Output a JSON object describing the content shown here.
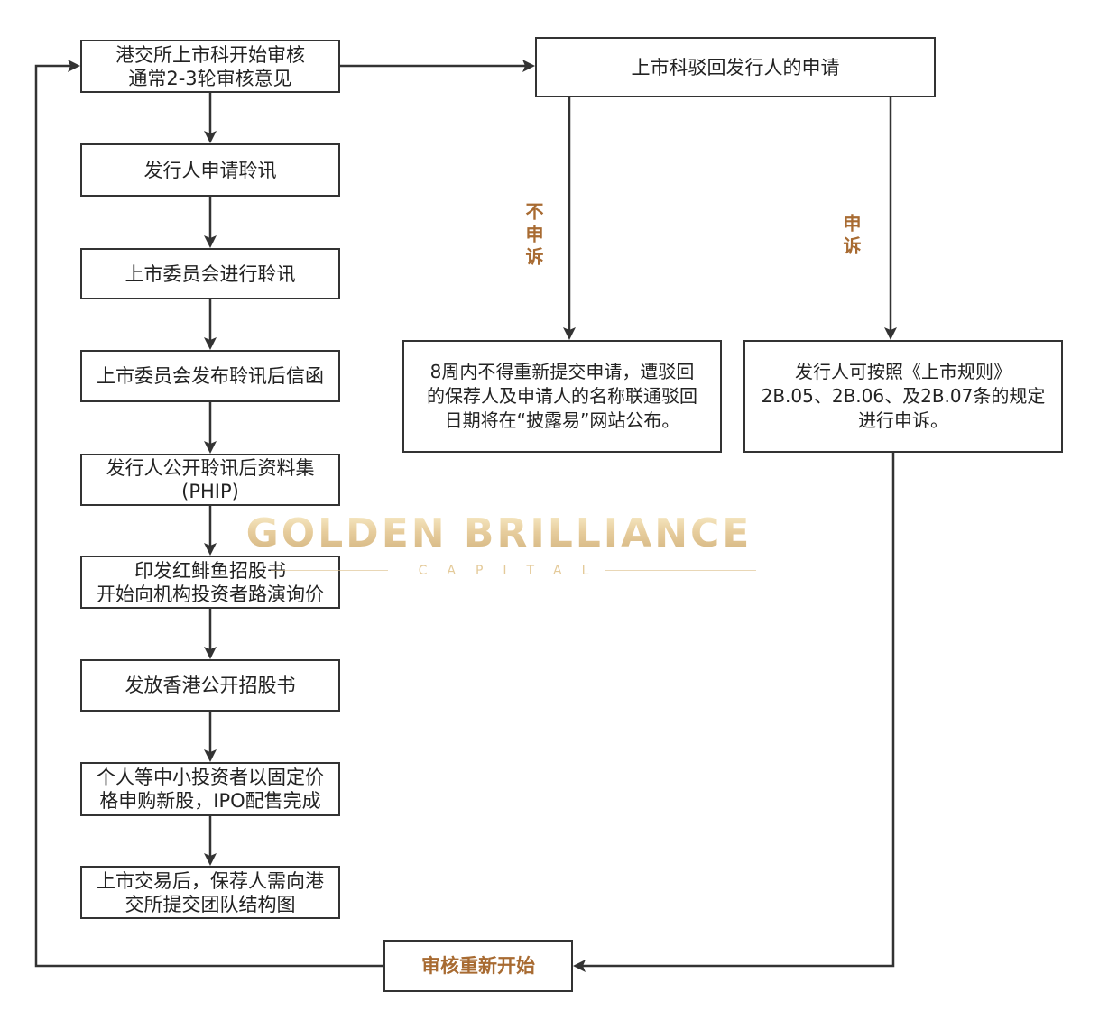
{
  "flow": {
    "steps": [
      {
        "lines": [
          "港交所上市科开始审核",
          "通常2-3轮审核意见"
        ]
      },
      {
        "lines": [
          "发行人申请聆讯"
        ]
      },
      {
        "lines": [
          "上市委员会进行聆讯"
        ]
      },
      {
        "lines": [
          "上市委员会发布聆讯后信函"
        ]
      },
      {
        "lines": [
          "发行人公开聆讯后资料集",
          "(PHIP)"
        ]
      },
      {
        "lines": [
          "印发红鲱鱼招股书",
          "开始向机构投资者路演询价"
        ]
      },
      {
        "lines": [
          "发放香港公开招股书"
        ]
      },
      {
        "lines": [
          "个人等中小投资者以固定价",
          "格申购新股，IPO配售完成"
        ]
      },
      {
        "lines": [
          "上市交易后，保荐人需向港",
          "交所提交团队结构图"
        ]
      }
    ]
  },
  "rejection": {
    "title": "上市科驳回发行人的申请",
    "no_appeal": {
      "label": "不申诉",
      "lines": [
        "8周内不得重新提交申请，遭驳回",
        "的保荐人及申请人的名称联通驳回",
        "日期将在“披露易”网站公布。"
      ]
    },
    "appeal": {
      "label": "申诉",
      "lines": [
        "发行人可按照《上市规则》",
        "2B.05、2B.06、及2B.07条的规定",
        "进行申诉。"
      ]
    }
  },
  "restart": {
    "label": "审核重新开始"
  },
  "watermark": {
    "brand": "GOLDEN BRILLIANCE",
    "sub": "CAPITAL"
  },
  "colors": {
    "line": "#333333",
    "text": "#222222",
    "accent": "#a86b32",
    "watermark_gold": "#d4aa5c",
    "background": "#ffffff"
  }
}
